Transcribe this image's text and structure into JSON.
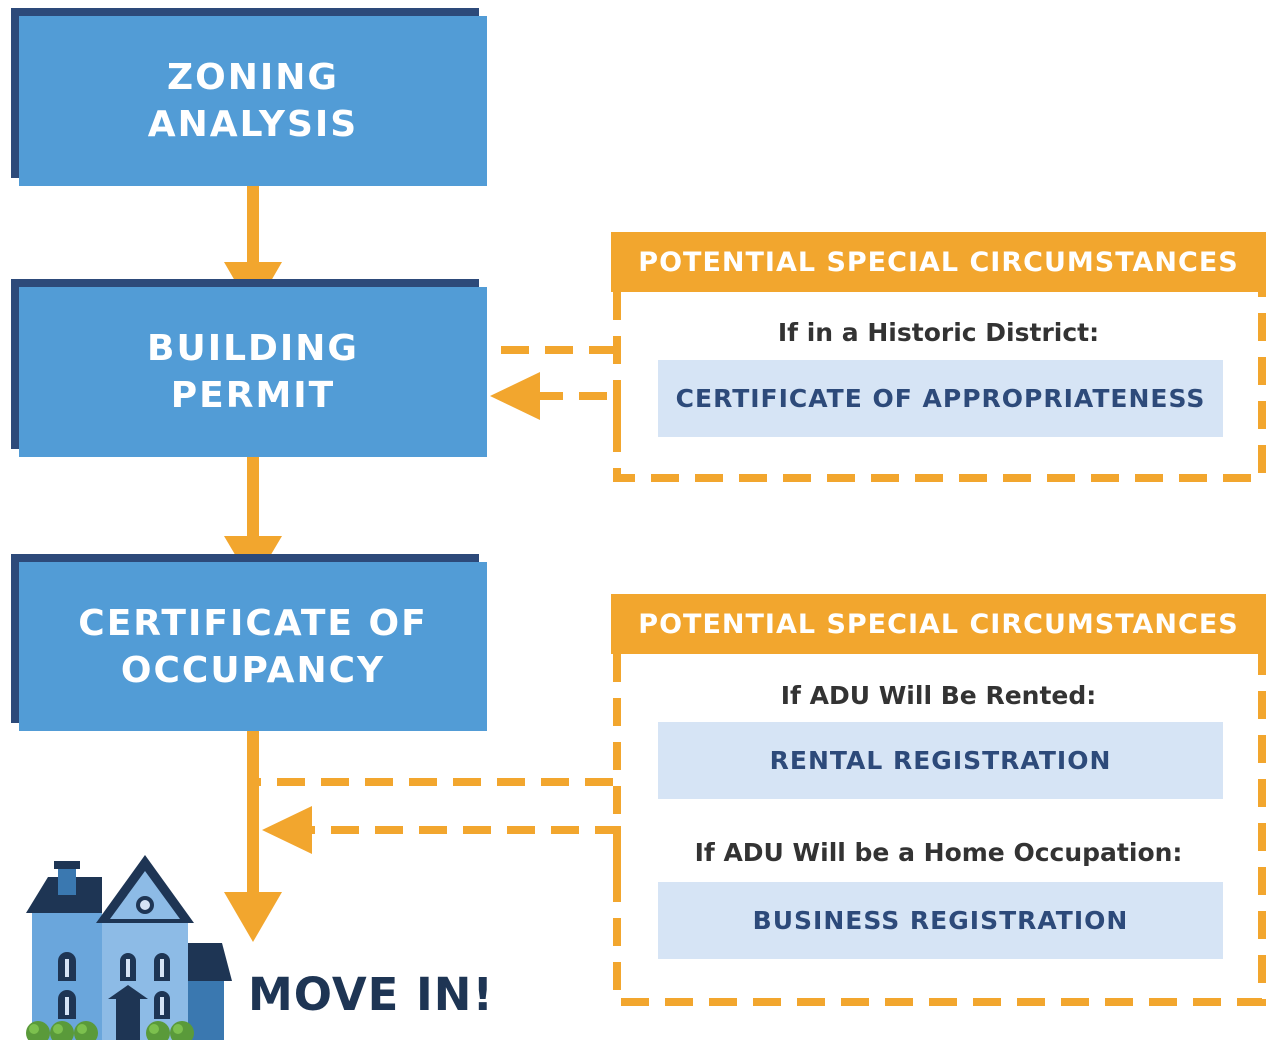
{
  "steps": [
    {
      "label": "ZONING\nANALYSIS"
    },
    {
      "label": "BUILDING\nPERMIT"
    },
    {
      "label": "CERTIFICATE OF\nOCCUPANCY"
    }
  ],
  "callouts": [
    {
      "title": "POTENTIAL SPECIAL CIRCUMSTANCES",
      "items": [
        {
          "condition": "If in a Historic District:",
          "requirement": "CERTIFICATE OF APPROPRIATENESS"
        }
      ]
    },
    {
      "title": "POTENTIAL SPECIAL CIRCUMSTANCES",
      "items": [
        {
          "condition": "If ADU Will Be Rented:",
          "requirement": "RENTAL REGISTRATION"
        },
        {
          "condition": "If ADU Will be a Home Occupation:",
          "requirement": "BUSINESS REGISTRATION"
        }
      ]
    }
  ],
  "final_step": "MOVE IN!",
  "icons": {
    "house": "house-icon"
  },
  "colors": {
    "step_fill": "#529cd6",
    "step_shadow": "#2d4a7a",
    "connector": "#f2a62e",
    "requirement_fill": "#d6e4f5",
    "requirement_text": "#2d4a7a"
  }
}
